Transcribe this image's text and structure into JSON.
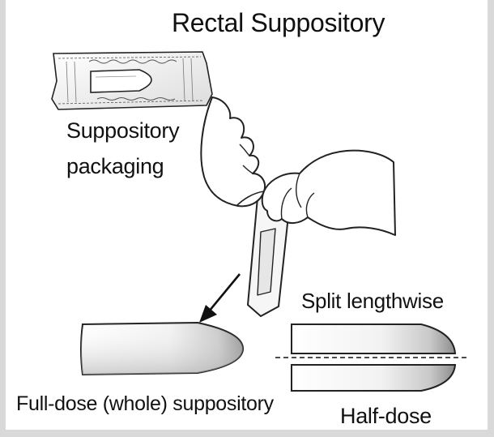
{
  "diagram": {
    "title": "Rectal Suppository",
    "packaging_label": {
      "line1": "Suppository",
      "line2": "packaging"
    },
    "split_label": "Split lengthwise",
    "full_dose_label": "Full-dose (whole) suppository",
    "half_dose_label": "Half-dose"
  },
  "colors": {
    "ink": "#111111",
    "frame": "#d9d9d9",
    "suppository_shade": "#9a9a9a"
  },
  "icons": [
    "suppository-packet-icon",
    "hands-icon",
    "arrow-icon"
  ]
}
